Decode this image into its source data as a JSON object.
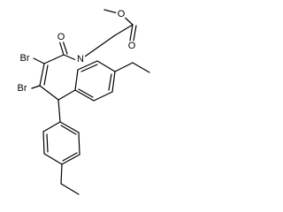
{
  "structure": {
    "atoms": {
      "carbonyl_oxygen": "O",
      "ester_carbonyl_oxygen": "O",
      "ester_ether_oxygen": "O",
      "amide_nitrogen": "N",
      "bromine_alpha": "Br",
      "bromine_beta": "Br"
    }
  }
}
